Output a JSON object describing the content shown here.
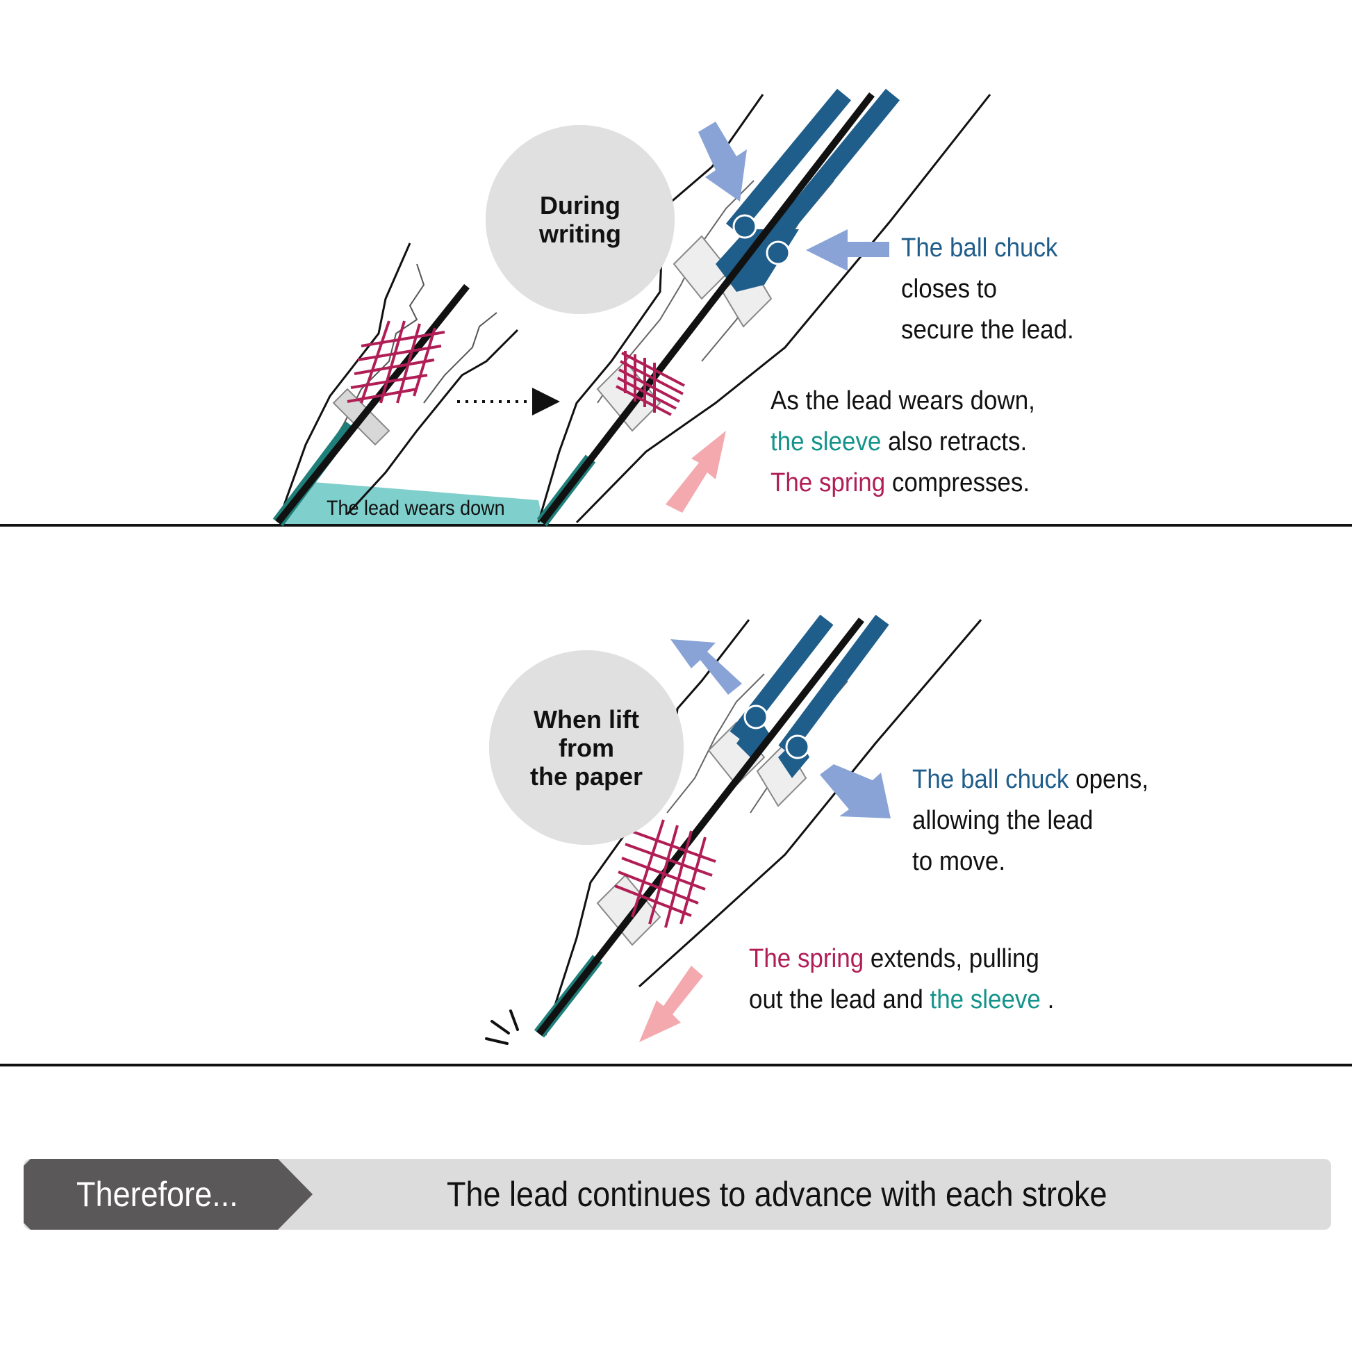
{
  "colors": {
    "chuck_blue": "#1f5d8a",
    "sleeve_teal": "#14938a",
    "spring_red": "#b01e55",
    "arrow_blue": "#8aa3d6",
    "arrow_pink": "#f3a9ae",
    "lead_wear_fill": "#7fcfcc",
    "bubble_gray": "#e0e0e0",
    "banner_dark": "#5a5859",
    "banner_light": "#dcdcdc"
  },
  "panel_top": {
    "bubble_lines": [
      "During",
      "writing"
    ],
    "lead_label": "The lead wears down",
    "chuck_note": {
      "highlight": "The ball chuck",
      "line2": "closes to",
      "line3": "secure the lead."
    },
    "sleeve_note": {
      "line1": "As the lead wears down,",
      "line2_highlight": "the sleeve",
      "line2_rest": " also retracts.",
      "line3_highlight": "The spring",
      "line3_rest": " compresses."
    }
  },
  "panel_bottom": {
    "bubble_lines": [
      "When lift",
      "from",
      "the paper"
    ],
    "chuck_note": {
      "highlight": "The ball chuck",
      "line1_rest": " opens,",
      "line2": "allowing the lead",
      "line3": "to move."
    },
    "spring_note": {
      "line1_highlight": "The spring",
      "line1_rest": " extends, pulling",
      "line2_start": "out the lead and ",
      "line2_highlight": "the sleeve",
      "line2_end": " ."
    }
  },
  "banner": {
    "tag": "Therefore...",
    "message": "The lead continues to advance with each stroke"
  },
  "icons": {
    "arrow_dotted": "dotted-right-arrow-icon",
    "press_in": "blue-inward-arrow-icon",
    "release_out": "blue-outward-arrow-icon",
    "retract": "pink-up-arrow-icon",
    "extend": "pink-down-arrow-icon",
    "click_marks": "click-sound-icon"
  }
}
